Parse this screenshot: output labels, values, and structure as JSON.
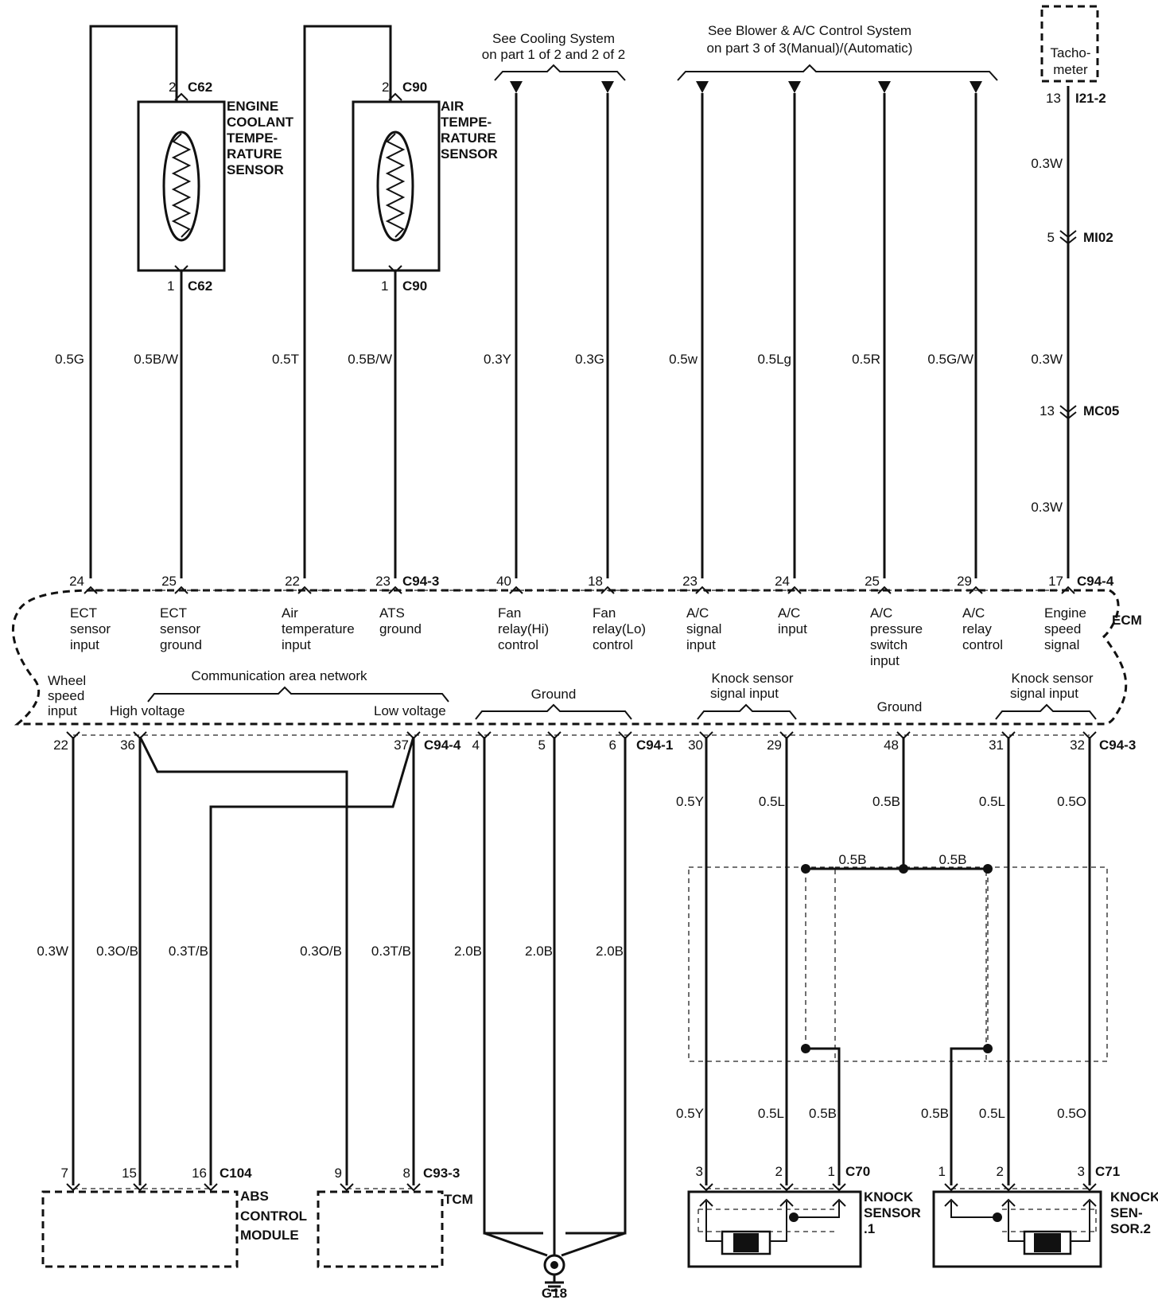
{
  "refs": {
    "cooling": [
      "See Cooling System",
      "on part 1 of 2 and 2 of 2"
    ],
    "blower": [
      "See Blower & A/C Control System",
      "on part 3 of 3(Manual)/(Automatic)"
    ]
  },
  "components": {
    "ect_sensor": [
      "ENGINE",
      "COOLANT",
      "TEMPE-",
      "RATURE",
      "SENSOR"
    ],
    "air_temp_sensor": [
      "AIR",
      "TEMPE-",
      "RATURE",
      "SENSOR"
    ],
    "tachometer": [
      "Tacho-",
      "meter"
    ],
    "ecm": "ECM",
    "abs_module": [
      "ABS",
      "CONTROL",
      "MODULE"
    ],
    "tcm": "TCM",
    "knock_sensor_1": [
      "KNOCK",
      "SENSOR",
      ".1"
    ],
    "knock_sensor_2": [
      "KNOCK",
      "SEN-",
      "SOR.2"
    ],
    "ground": "G18"
  },
  "connectors": {
    "c62": "C62",
    "c90": "C90",
    "i21_2": "I21-2",
    "mi02": "MI02",
    "mc05": "MC05",
    "c94_3": "C94-3",
    "c94_4": "C94-4",
    "c94_1": "C94-1",
    "c104": "C104",
    "c93_3": "C93-3",
    "c70": "C70",
    "c71": "C71"
  },
  "pins": {
    "c62_top": "2",
    "c62_bot": "1",
    "c90_top": "2",
    "c90_bot": "1",
    "tach": "13",
    "mi02": "5",
    "mc05": "13",
    "ecm_top": [
      "24",
      "25",
      "22",
      "23",
      "40",
      "18",
      "23",
      "24",
      "25",
      "29",
      "17"
    ],
    "ecm_bottom": [
      "22",
      "36",
      "37",
      "4",
      "5",
      "6",
      "30",
      "29",
      "48",
      "31",
      "32"
    ],
    "c104": [
      "7",
      "15",
      "16"
    ],
    "c93_3": [
      "9",
      "8"
    ],
    "c70": [
      "3",
      "2",
      "1"
    ],
    "c71": [
      "1",
      "2",
      "3"
    ]
  },
  "wires": {
    "top": [
      "0.5G",
      "0.5B/W",
      "0.5T",
      "0.5B/W",
      "0.3Y",
      "0.3G",
      "0.5w",
      "0.5Lg",
      "0.5R",
      "0.5G/W"
    ],
    "tach_upper": "0.3W",
    "tach_mid": "0.3W",
    "tach_lower": "0.3W",
    "bottom_left": [
      "0.3W",
      "0.3O/B",
      "0.3T/B",
      "0.3O/B",
      "0.3T/B",
      "2.0B",
      "2.0B",
      "2.0B"
    ],
    "knock_upper": [
      "0.5Y",
      "0.5L",
      "0.5B",
      "0.5L",
      "0.5O"
    ],
    "knock_bus": [
      "0.5B",
      "0.5B"
    ],
    "knock_lower": [
      "0.5Y",
      "0.5L",
      "0.5B",
      "0.5B",
      "0.5L",
      "0.5O"
    ]
  },
  "ecm_labels": {
    "top": [
      [
        "ECT",
        "sensor",
        "input"
      ],
      [
        "ECT",
        "sensor",
        "ground"
      ],
      [
        "Air",
        "temperature",
        "input"
      ],
      [
        "ATS",
        "ground"
      ],
      [
        "Fan",
        "relay(Hi)",
        "control"
      ],
      [
        "Fan",
        "relay(Lo)",
        "control"
      ],
      [
        "A/C",
        "signal",
        "input"
      ],
      [
        "A/C",
        "input"
      ],
      [
        "A/C",
        "pressure",
        "switch",
        "input"
      ],
      [
        "A/C",
        "relay",
        "control"
      ],
      [
        "Engine",
        "speed",
        "signal"
      ]
    ],
    "wheel_speed": [
      "Wheel",
      "speed",
      "input"
    ],
    "can": "Communication area network",
    "high_voltage": "High voltage",
    "low_voltage": "Low voltage",
    "ground": "Ground",
    "knock_signal_1": [
      "Knock sensor",
      "signal input"
    ],
    "knock_ground": "Ground",
    "knock_signal_2": [
      "Knock sensor",
      "signal input"
    ]
  }
}
